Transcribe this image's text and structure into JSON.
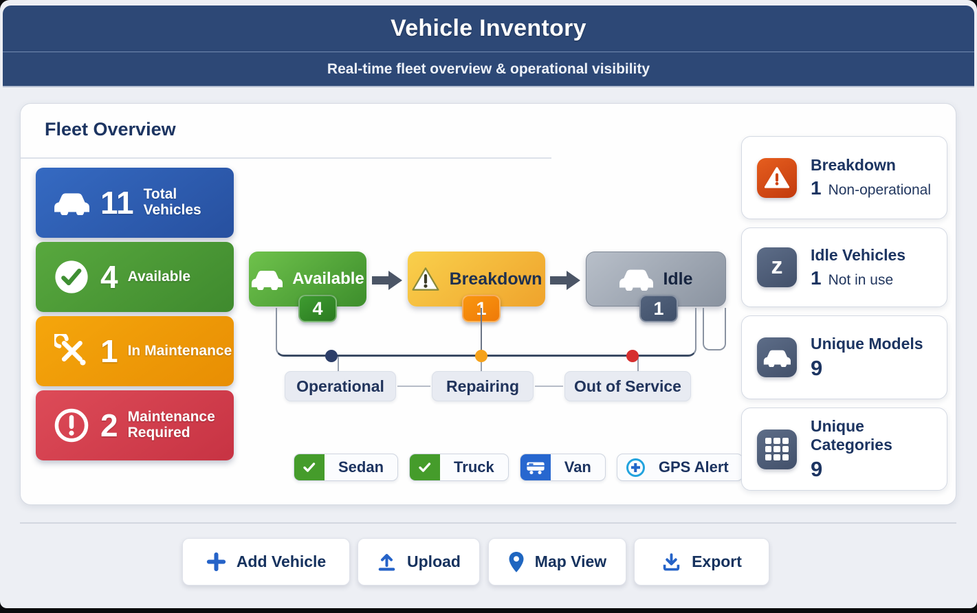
{
  "header": {
    "title": "Vehicle Inventory",
    "subtitle": "Real-time fleet overview & operational visibility"
  },
  "panel": {
    "title": "Fleet Overview"
  },
  "stats": [
    {
      "id": "total-vehicles",
      "value": "11",
      "label": "Total Vehicles",
      "color": "#2e5cb5",
      "icon": "car-icon"
    },
    {
      "id": "available",
      "value": "4",
      "label": "Available",
      "color": "#4c9c38",
      "icon": "check-circle-icon"
    },
    {
      "id": "in-maintenance",
      "value": "1",
      "label": "In Maintenance",
      "color": "#f09b06",
      "icon": "wrench-icon"
    },
    {
      "id": "maintenance-required",
      "value": "2",
      "label": "Maintenance Required",
      "color": "#d8404f",
      "icon": "alert-circle-icon"
    }
  ],
  "flow": {
    "nodes": [
      {
        "label": "Available",
        "badge": "4",
        "color": "#4e9e34",
        "icon": "car-icon"
      },
      {
        "label": "Breakdown",
        "badge": "1",
        "color": "#f3b93a",
        "icon": "warning-triangle-icon"
      },
      {
        "label": "Idle",
        "badge": "1",
        "color": "#9aa3b0",
        "icon": "car-icon"
      }
    ],
    "states": [
      "Operational",
      "Repairing",
      "Out of Service"
    ],
    "dot_colors": [
      "#2c3e68",
      "#f5a21b",
      "#d62f2f"
    ]
  },
  "tags": [
    {
      "label": "Sedan",
      "icon": "check-icon",
      "icon_color": "#459c2b"
    },
    {
      "label": "Truck",
      "icon": "check-icon",
      "icon_color": "#459c2b"
    },
    {
      "label": "Van",
      "icon": "van-icon",
      "icon_color": "#2767cf"
    },
    {
      "label": "GPS Alert",
      "icon": "gps-icon",
      "icon_color": "#22a3de"
    }
  ],
  "summary": [
    {
      "title": "Breakdown",
      "value": "1",
      "caption": "Non-operational",
      "icon": "warning-triangle-icon",
      "icon_color": "#d84a14"
    },
    {
      "title": "Idle Vehicles",
      "value": "1",
      "caption": "Not in use",
      "icon": "sleep-z-icon",
      "icon_glyph": "z",
      "icon_color": "#4c5c77"
    },
    {
      "title": "Unique Models",
      "value": "9",
      "caption": "",
      "icon": "car-icon",
      "icon_color": "#4c5c77"
    },
    {
      "title": "Unique Categories",
      "value": "9",
      "caption": "",
      "icon": "grid-icon",
      "icon_color": "#4c5c77"
    }
  ],
  "actions": [
    {
      "label": "Add Vehicle",
      "icon": "plus-icon"
    },
    {
      "label": "Upload",
      "icon": "upload-icon"
    },
    {
      "label": "Map View",
      "icon": "map-pin-icon"
    },
    {
      "label": "Export",
      "icon": "download-icon"
    }
  ],
  "colors": {
    "header_bg": "#2d4876",
    "page_bg": "#edeff4",
    "text_navy": "#1c3461",
    "icon_blue": "#2160c4"
  }
}
